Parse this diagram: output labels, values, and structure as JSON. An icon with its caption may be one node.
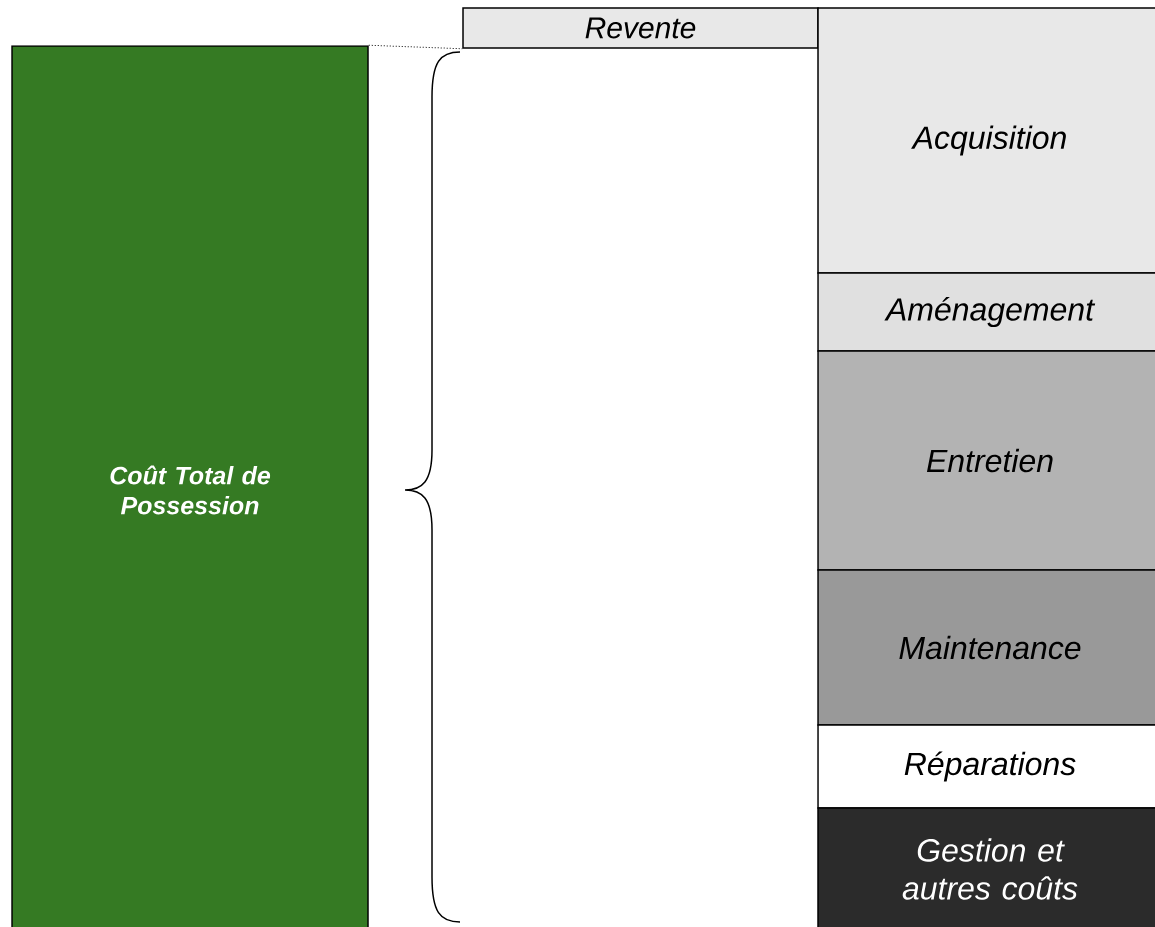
{
  "diagram": {
    "nodes": [
      {
        "text": [
          "Coût Total de Possession"
        ]
      },
      {
        "text": [
          "Revente"
        ]
      },
      {
        "text": [
          "Acquisition"
        ]
      },
      {
        "text": [
          "Aménagement"
        ]
      },
      {
        "text": [
          "Entretien"
        ]
      },
      {
        "text": [
          "Maintenance"
        ]
      },
      {
        "text": [
          "Réparations"
        ]
      },
      {
        "text": [
          "Gestion et autres coûts"
        ]
      }
    ],
    "edges": [
      {
        "from": 0,
        "to": 1,
        "arrow": "none",
        "style": "dashed"
      }
    ]
  }
}
